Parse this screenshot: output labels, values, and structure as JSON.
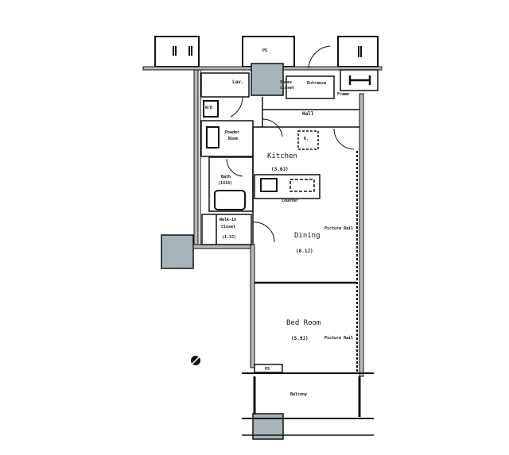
{
  "floor_plan": {
    "colors": {
      "wall": "#111111",
      "wall_fill": "#b8b8b8",
      "shaft": "#a7b4ba",
      "background": "#ffffff"
    },
    "rooms": {
      "lavatory": "Lav.",
      "wd": "W/D",
      "powder_room_1": "Powder",
      "powder_room_2": "Room",
      "bath_1": "Bath",
      "bath_2": "(1418)",
      "walk_in_1": "Walk-in",
      "walk_in_2": "Closet",
      "walk_in_size": "(1.3J)",
      "shoes_closet_1": "Shoes",
      "shoes_closet_2": "closet",
      "entrance": "Entrance",
      "frame": "Frame",
      "hall": "Hall",
      "refrigerator": "R.",
      "kitchen": "Kitchen",
      "kitchen_size": "(3.0J)",
      "counter": "Counter",
      "dining": "Dining",
      "dining_size": "(8.1J)",
      "picture_rail_1": "Picture Rail",
      "bedroom": "Bed Room",
      "bedroom_size": "(5.9J)",
      "picture_rail_2": "Picture Rail",
      "balcony": "Balcony",
      "ps_top": "PS",
      "ps_bottom": "PS"
    }
  }
}
